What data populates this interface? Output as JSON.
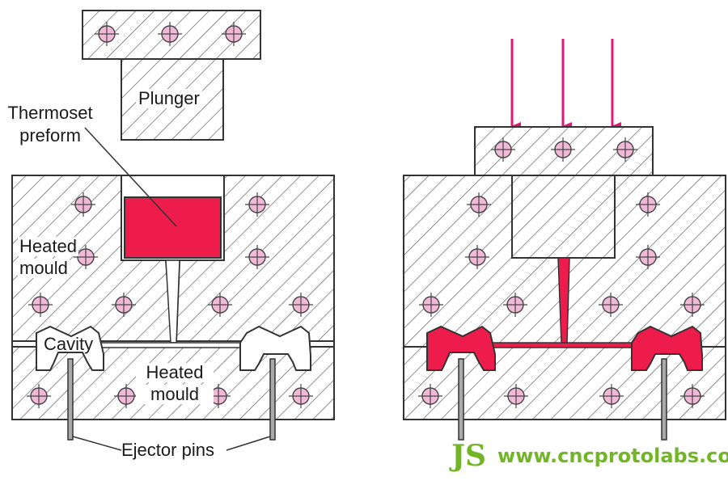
{
  "labels": {
    "plunger": "Plunger",
    "thermoset_line1": "Thermoset",
    "thermoset_line2": "preform",
    "heated_mould_upper_line1": "Heated",
    "heated_mould_upper_line2": "mould",
    "cavity": "Cavity",
    "heated_mould_lower_line1": "Heated",
    "heated_mould_lower_line2": "mould",
    "ejector_pins": "Ejector pins"
  },
  "watermark": {
    "logo_text": "JS",
    "url": "www.cncprotolabs.com"
  },
  "colors": {
    "thermoset_red": "#ee1c4a",
    "heater_pink": "#f2b8d8",
    "arrow_magenta": "#e0187a",
    "hatch_line": "#555555",
    "outline": "#333333",
    "watermark_green": "#72b626"
  },
  "icons": {
    "press_arrow": "down-arrow-icon",
    "heater": "heater-element-icon"
  }
}
